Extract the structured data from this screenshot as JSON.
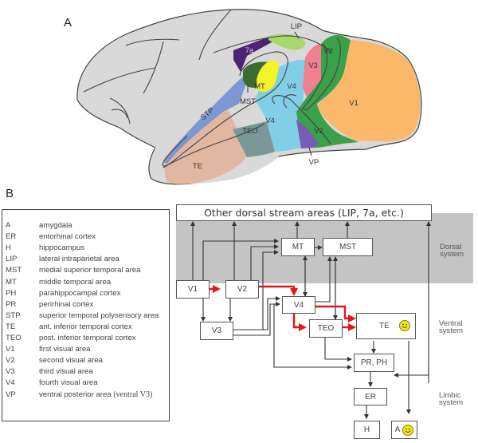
{
  "panels": {
    "a_label": "A",
    "b_label": "B"
  },
  "brain_areas": [
    {
      "id": "7a",
      "label": "7a",
      "color": "#4a2470"
    },
    {
      "id": "LIP",
      "label": "LIP",
      "color": "#a6d86a"
    },
    {
      "id": "MT",
      "label": "MT",
      "color": "#f6f22a"
    },
    {
      "id": "MST",
      "label": "MST",
      "color": "#3b6a33"
    },
    {
      "id": "STP",
      "label": "STP",
      "color": "#7b98d2"
    },
    {
      "id": "TE",
      "label": "TE",
      "color": "#e2b7a2"
    },
    {
      "id": "TEO",
      "label": "TEO",
      "color": "#7a9898"
    },
    {
      "id": "V4",
      "label": "V4",
      "color": "#80cfe6"
    },
    {
      "id": "V3",
      "label": "V3",
      "color": "#f08090"
    },
    {
      "id": "V2",
      "label": "V2",
      "color": "#3aa04a"
    },
    {
      "id": "V1",
      "label": "V1",
      "color": "#fbb86a"
    },
    {
      "id": "VP",
      "label": "VP",
      "color": "#7a5cb8"
    }
  ],
  "legend": [
    {
      "abbr": "A",
      "desc": "amygdala"
    },
    {
      "abbr": "ER",
      "desc": "entorhinal cortex"
    },
    {
      "abbr": "H",
      "desc": "hippocampus"
    },
    {
      "abbr": "LIP",
      "desc": "lateral intraparietal area"
    },
    {
      "abbr": "MST",
      "desc": "medial superior temporal area"
    },
    {
      "abbr": "MT",
      "desc": "middle temporal area"
    },
    {
      "abbr": "PH",
      "desc": "parahippocampal cortex"
    },
    {
      "abbr": "PR",
      "desc": "perirhinal cortex"
    },
    {
      "abbr": "STP",
      "desc": "superior temporal polysensory area"
    },
    {
      "abbr": "TE",
      "desc": "ant. inferior temporal cortex"
    },
    {
      "abbr": "TEO",
      "desc": "post. inferior temporal cortex"
    },
    {
      "abbr": "V1",
      "desc": "first visual area"
    },
    {
      "abbr": "V2",
      "desc": "second visual area"
    },
    {
      "abbr": "V3",
      "desc": "third visual area"
    },
    {
      "abbr": "V4",
      "desc": "fourth visual area"
    },
    {
      "abbr": "VP",
      "desc": "ventral posterior area",
      "note": "(ventral V3)"
    }
  ],
  "flow": {
    "top_box": "Other dorsal stream areas (LIP, 7a, etc.)",
    "nodes": {
      "V1": "V1",
      "V2": "V2",
      "V3": "V3",
      "V4": "V4",
      "MT": "MT",
      "MST": "MST",
      "TEO": "TEO",
      "TE": "TE",
      "PRPH": "PR, PH",
      "ER": "ER",
      "H": "H",
      "A": "A"
    },
    "systems": {
      "dorsal": [
        "Dorsal",
        "system"
      ],
      "ventral": [
        "Ventral",
        "system"
      ],
      "limbic": [
        "Limbic",
        "system"
      ]
    },
    "colors": {
      "dorsal_shade": "#c4c4c4",
      "ventral_path": "#e8141c",
      "arrow": "#333333",
      "smiley": "#f2e620"
    }
  }
}
